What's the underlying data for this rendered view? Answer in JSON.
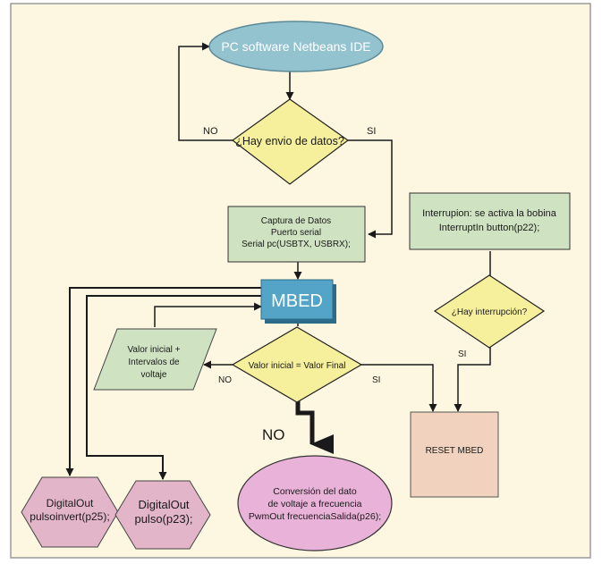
{
  "colors": {
    "page_background": "#fdf6e0",
    "frame_border": "#9a9a9a",
    "start_fill": "#93c3cf",
    "start_text": "#ffffff",
    "decision_fill": "#f6ef9c",
    "process_fill": "#cfe2c2",
    "mbed_fill": "#53a4c6",
    "mbed_shadow": "#2d6c88",
    "io_fill": "#cfe2c2",
    "output_fill": "#e3b5c8",
    "conversion_fill": "#e9b2d8",
    "reset_fill": "#f1d2bf",
    "line": "#1a1a1a"
  },
  "nodes": {
    "start": {
      "label": "PC software Netbeans IDE"
    },
    "decision_data": {
      "label": "¿Hay envio de datos?"
    },
    "capture": {
      "line1": "Captura de Datos",
      "line2": "Puerto serial",
      "line3": "Serial pc(USBTX, USBRX);"
    },
    "mbed": {
      "label": "MBED"
    },
    "decision_value": {
      "label": "Valor inicial = Valor Final"
    },
    "initial_value": {
      "line1": "Valor inicial +",
      "line2": "Intervalos de",
      "line3": "voltaje"
    },
    "interrupt": {
      "line1": "Interrupion: se activa la bobina",
      "line2": "InterruptIn button(p22);"
    },
    "decision_interrupt": {
      "label": "¿Hay interrupción?"
    },
    "reset": {
      "label": "RESET MBED"
    },
    "out_invert": {
      "line1": "DigitalOut",
      "line2": "pulsoinvert(p25);"
    },
    "out_pulse": {
      "line1": "DigitalOut",
      "line2": "pulso(p23);"
    },
    "conversion": {
      "line1": "Conversión del dato",
      "line2": "de voltaje a frecuencia",
      "line3": "PwmOut frecuenciaSalida(p26);"
    }
  },
  "edge_labels": {
    "data_no": "NO",
    "data_si": "SI",
    "value_no_left": "NO",
    "value_si": "SI",
    "value_no_down": "NO",
    "interrupt_si": "SI"
  }
}
